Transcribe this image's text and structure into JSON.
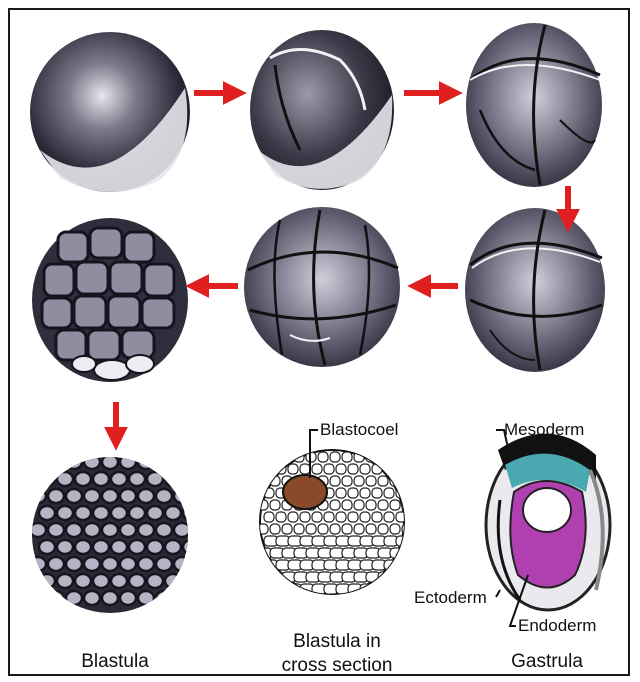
{
  "diagram": {
    "stages": [
      {
        "id": "one-cell",
        "name": "",
        "cells": 1
      },
      {
        "id": "two-cell",
        "name": "",
        "cells": 2
      },
      {
        "id": "four-cell",
        "name": "",
        "cells": 4
      },
      {
        "id": "eight-cell",
        "name": "",
        "cells": 8
      },
      {
        "id": "sixteen-cell",
        "name": "",
        "cells": 16
      },
      {
        "id": "morula",
        "name": "",
        "cells": 32
      },
      {
        "id": "blastula",
        "name": "Blastula"
      },
      {
        "id": "blastula-cross-section",
        "name": "Blastula in cross section"
      },
      {
        "id": "gastrula",
        "name": "Gastrula"
      }
    ],
    "flow": [
      "one-cell",
      "two-cell",
      "four-cell",
      "eight-cell",
      "sixteen-cell",
      "morula",
      "blastula"
    ],
    "captions": {
      "blastula": "Blastula",
      "cross_section_line1": "Blastula in",
      "cross_section_line2": "cross section",
      "gastrula": "Gastrula"
    },
    "labels": {
      "blastocoel": "Blastocoel",
      "mesoderm": "Mesoderm",
      "ectoderm": "Ectoderm",
      "endoderm": "Endoderm"
    },
    "colors": {
      "arrow": "#e02020",
      "cell_dark": "#2a2a3a",
      "cell_light": "#e8e8ee",
      "blastocoel": "#8a4a2a",
      "mesoderm": "#4aa8b0",
      "endoderm": "#b040b0",
      "ectoderm": "#222222"
    }
  }
}
